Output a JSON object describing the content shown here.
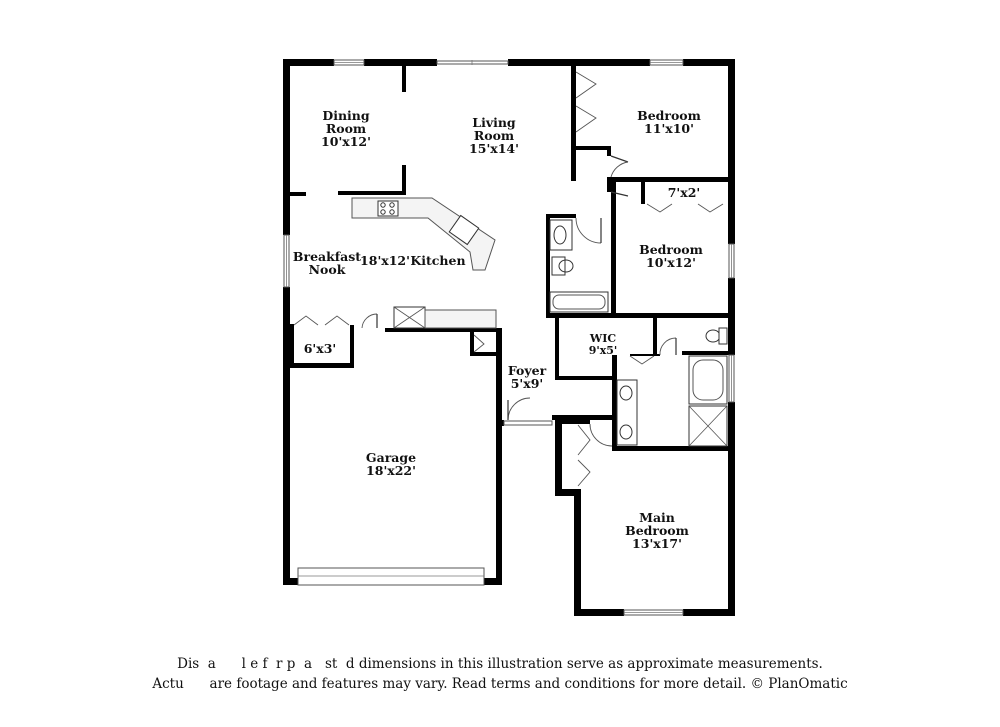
{
  "rooms": {
    "dining": {
      "name_line1": "Dining",
      "name_line2": "Room",
      "dims": "10'x12'"
    },
    "living": {
      "name_line1": "Living",
      "name_line2": "Room",
      "dims": "15'x14'"
    },
    "bedroom1": {
      "name": "Bedroom",
      "dims": "11'x10'"
    },
    "closet_7x2": {
      "dims": "7'x2'"
    },
    "bedroom2": {
      "name": "Bedroom",
      "dims": "10'x12'"
    },
    "breakfast": {
      "name_line1": "Breakfast",
      "name_line2": "Nook"
    },
    "kitchen": {
      "dims": "18'x12'",
      "name": "Kitchen"
    },
    "closet_6x3": {
      "dims": "6'x3'"
    },
    "wic": {
      "name": "WIC",
      "dims": "9'x5'"
    },
    "foyer": {
      "name": "Foyer",
      "dims": "5'x9'"
    },
    "garage": {
      "name": "Garage",
      "dims": "18'x22'"
    },
    "main_bedroom": {
      "name_line1": "Main",
      "name_line2": "Bedroom",
      "dims": "13'x17'"
    }
  },
  "disclaimer": {
    "line1": "Dis  a      l e f  r p  a   st  d dimensions in this illustration serve as approximate measurements.",
    "line2": "Actu      are footage and features may vary. Read terms and conditions for more detail. © PlanOmatic"
  }
}
